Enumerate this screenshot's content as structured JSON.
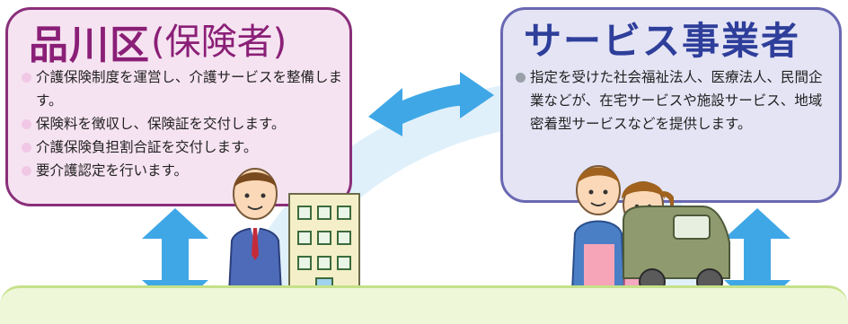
{
  "ward": {
    "title_main": "品川区",
    "title_sub": "(保険者)",
    "items": [
      "介護保険制度を運営し、介護サービスを整備します。",
      "保険料を徴収し、保険証を交付します。",
      "介護保険負担割合証を交付します。",
      "要介護認定を行います。"
    ]
  },
  "provider": {
    "title": "サービス事業者",
    "items": [
      "指定を受けた社会福祉法人、医療法人、民間企業などが、在宅サービスや施設サービス、地域密着型サービスなどを提供します。"
    ]
  },
  "colors": {
    "ward_border": "#8a2f7a",
    "ward_fill": "#f6e3f1",
    "provider_border": "#6a68b2",
    "provider_fill": "#e4e4f5",
    "arrow": "#3fa7e6",
    "arc": "#dff0fb",
    "band": "#eef7d8"
  },
  "icons": [
    "double-arrow-horizontal-icon",
    "double-arrow-vertical-icon",
    "staff-man-icon",
    "building-icon",
    "care-workers-icon",
    "van-icon"
  ]
}
